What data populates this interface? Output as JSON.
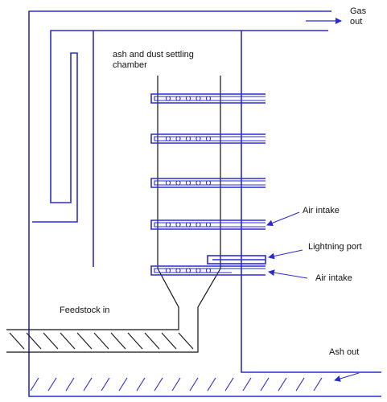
{
  "labels": {
    "gas_out_line1": "Gas",
    "gas_out_line2": "out",
    "chamber_line1": "ash and dust settling",
    "chamber_line2": "chamber",
    "air_intake_upper": "Air intake",
    "lighting_port": "Lightning port",
    "air_intake_lower": "Air intake",
    "feedstock_in": "Feedstock in",
    "ash_out": "Ash out"
  },
  "colors": {
    "vessel": "#2b2bd6",
    "structure": "#111111",
    "text": "#111111"
  },
  "air_tube_hole_count": 5
}
